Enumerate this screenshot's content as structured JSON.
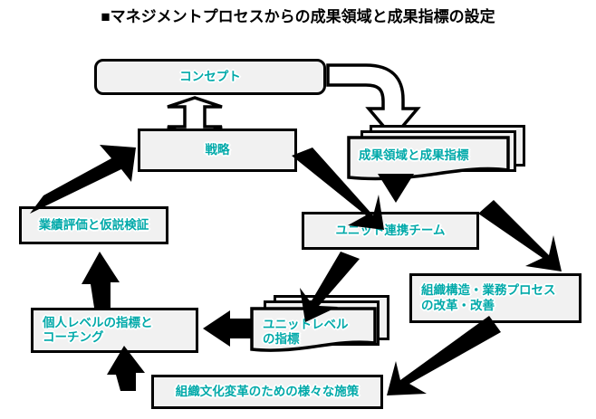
{
  "page": {
    "title": "■マネジメントプロセスからの成果領域と成果指標の設定",
    "accent_text_color": "#00A9A9",
    "box_fill_color": "#F1F1F1",
    "box_border_color": "#000000",
    "arrow_fill_color": "#000000",
    "background_color": "#FFFFFF"
  },
  "diagram": {
    "type": "cycle-flow",
    "nodes": [
      {
        "id": "concept",
        "label": "コンセプト",
        "shape": "rounded-rect"
      },
      {
        "id": "strategy",
        "label": "戦略",
        "shape": "rect"
      },
      {
        "id": "outcome",
        "label": "成果領域と成果指標",
        "shape": "stacked-document"
      },
      {
        "id": "unit-team",
        "label": "ユニット連携チーム",
        "shape": "rect"
      },
      {
        "id": "org-process",
        "label": "組織構造・業務プロセス\nの改革・改善",
        "shape": "rect"
      },
      {
        "id": "unit-metrics",
        "label": "ユニットレベル\nの指標",
        "shape": "stacked-document"
      },
      {
        "id": "culture",
        "label": "組織文化変革のための様々な施策",
        "shape": "rect"
      },
      {
        "id": "personal",
        "label": "個人レベルの指標と\nコーチング",
        "shape": "rect"
      },
      {
        "id": "evaluation",
        "label": "業績評価と仮説検証",
        "shape": "rect"
      }
    ],
    "edges": [
      {
        "id": "concept-strategy",
        "from": "concept",
        "to": "strategy",
        "style": "outline-double-arrow-vertical"
      },
      {
        "id": "concept-outcome",
        "from": "concept",
        "to": "outcome",
        "style": "outline-curved-arrow"
      },
      {
        "id": "outcome-unitteam",
        "from": "outcome",
        "to": "unit-team",
        "style": "solid-arrow-down"
      },
      {
        "id": "strategy-unitteam",
        "from": "strategy",
        "to": "unit-team",
        "style": "solid-arrow-diagonal"
      },
      {
        "id": "unitteam-orgprocess",
        "from": "unit-team",
        "to": "org-process",
        "style": "solid-arrow-diagonal"
      },
      {
        "id": "unitteam-unitmetrics",
        "from": "unit-team",
        "to": "unit-metrics",
        "style": "solid-arrow-diagonal"
      },
      {
        "id": "orgprocess-culture",
        "from": "org-process",
        "to": "culture",
        "style": "solid-arrow-diagonal"
      },
      {
        "id": "unitmetrics-personal",
        "from": "unit-metrics",
        "to": "personal",
        "style": "solid-arrow-left"
      },
      {
        "id": "culture-personal",
        "from": "culture",
        "to": "personal",
        "style": "solid-arrow-up"
      },
      {
        "id": "personal-evaluation",
        "from": "personal",
        "to": "evaluation",
        "style": "solid-arrow-up"
      },
      {
        "id": "evaluation-strategy",
        "from": "evaluation",
        "to": "strategy",
        "style": "solid-arrow-diagonal-up"
      }
    ]
  }
}
